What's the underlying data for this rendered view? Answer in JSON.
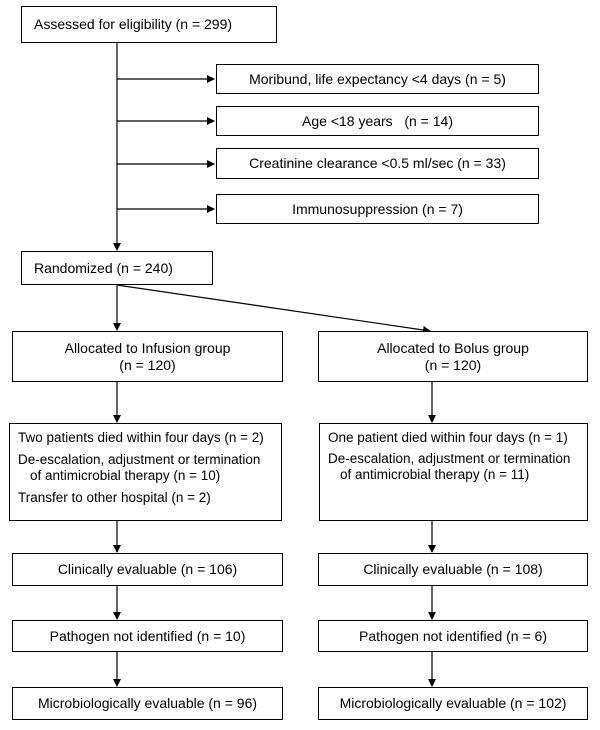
{
  "assessed": "Assessed for eligibility (n = 299)",
  "exclusions": [
    "Moribund, life expectancy <4 days (n = 5)",
    "Age <18 years   (n = 14)",
    "Creatinine clearance <0.5 ml/sec (n = 33)",
    "Immunosuppression (n = 7)"
  ],
  "randomized": "Randomized (n = 240)",
  "infusion": {
    "allocated_line1": "Allocated to Infusion group",
    "allocated_line2": "(n = 120)",
    "losses": [
      "Two patients died within four days (n = 2)",
      "De-escalation, adjustment or termination",
      "of antimicrobial therapy (n = 10)",
      "Transfer to other hospital (n = 2)"
    ],
    "clinically": "Clinically evaluable (n = 106)",
    "pathogen": "Pathogen not identified (n = 10)",
    "micro": "Microbiologically evaluable (n = 96)"
  },
  "bolus": {
    "allocated_line1": "Allocated to Bolus group",
    "allocated_line2": "(n = 120)",
    "losses": [
      "One patient died within four days (n = 1)",
      "De-escalation, adjustment or termination",
      "of antimicrobial therapy (n = 11)"
    ],
    "clinically": "Clinically evaluable (n = 108)",
    "pathogen": "Pathogen not identified (n = 6)",
    "micro": "Microbiologically evaluable (n = 102)"
  }
}
